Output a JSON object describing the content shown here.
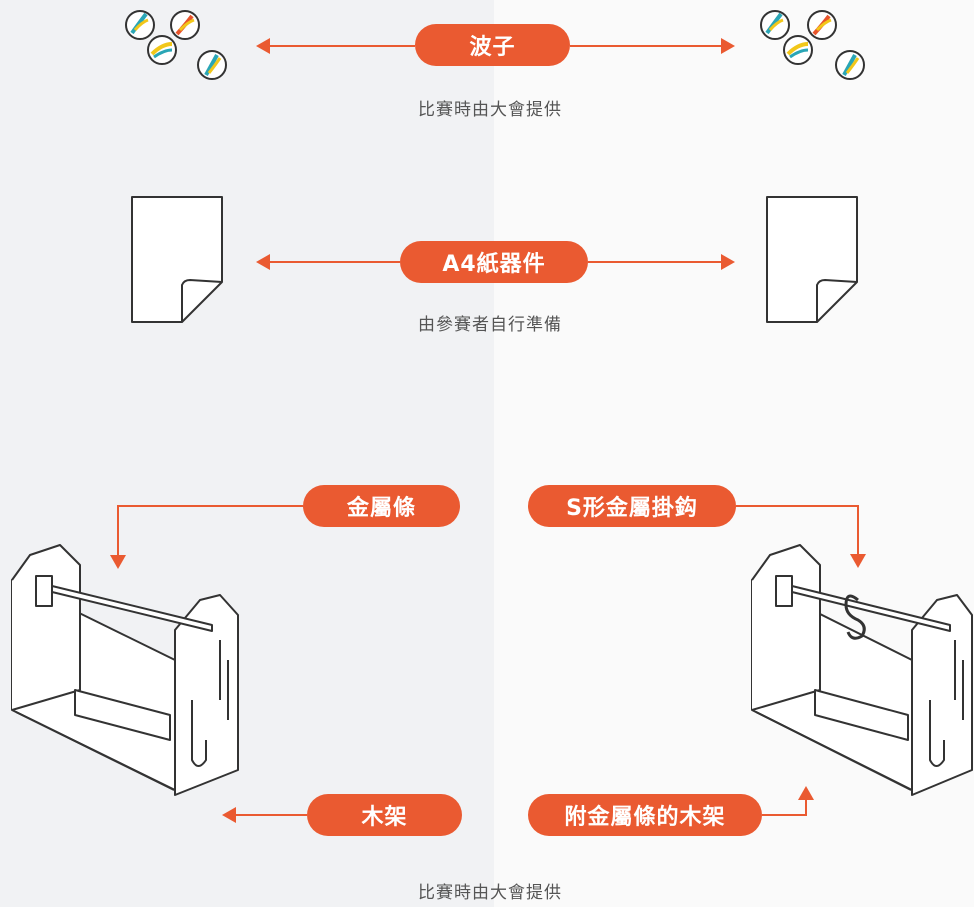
{
  "sections": {
    "marbles": {
      "label": "波子",
      "note": "比賽時由大會提供"
    },
    "paper": {
      "label": "A4紙器件",
      "note": "由參賽者自行準備"
    },
    "stand": {
      "left_top_label": "金屬條",
      "left_bottom_label": "木架",
      "right_top_label": "S形金屬掛鈎",
      "right_bottom_label": "附金屬條的木架",
      "note": "比賽時由大會提供"
    }
  },
  "colors": {
    "accent": "#ea5a31",
    "left_bg": "#f1f2f4",
    "right_bg": "#fafafa",
    "line": "#4a4a4a"
  }
}
